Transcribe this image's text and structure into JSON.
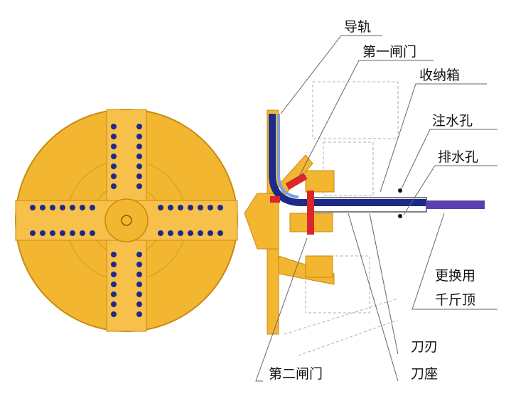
{
  "labels": {
    "guide_rail": "导轨",
    "first_gate": "第一闸门",
    "storage_box": "收纳箱",
    "water_inlet": "注水孔",
    "water_outlet": "排水孔",
    "jack_line1": "更换用",
    "jack_line2": "千斤顶",
    "blade": "刀刃",
    "blade_seat": "刀座",
    "second_gate": "第二闸门"
  },
  "colors": {
    "cutterhead": "#f2b630",
    "cutterhead_edge": "#c98a10",
    "bolt": "#1e2a8a",
    "gate": "#d8282a",
    "jack_rod": "#5a3fb0"
  }
}
